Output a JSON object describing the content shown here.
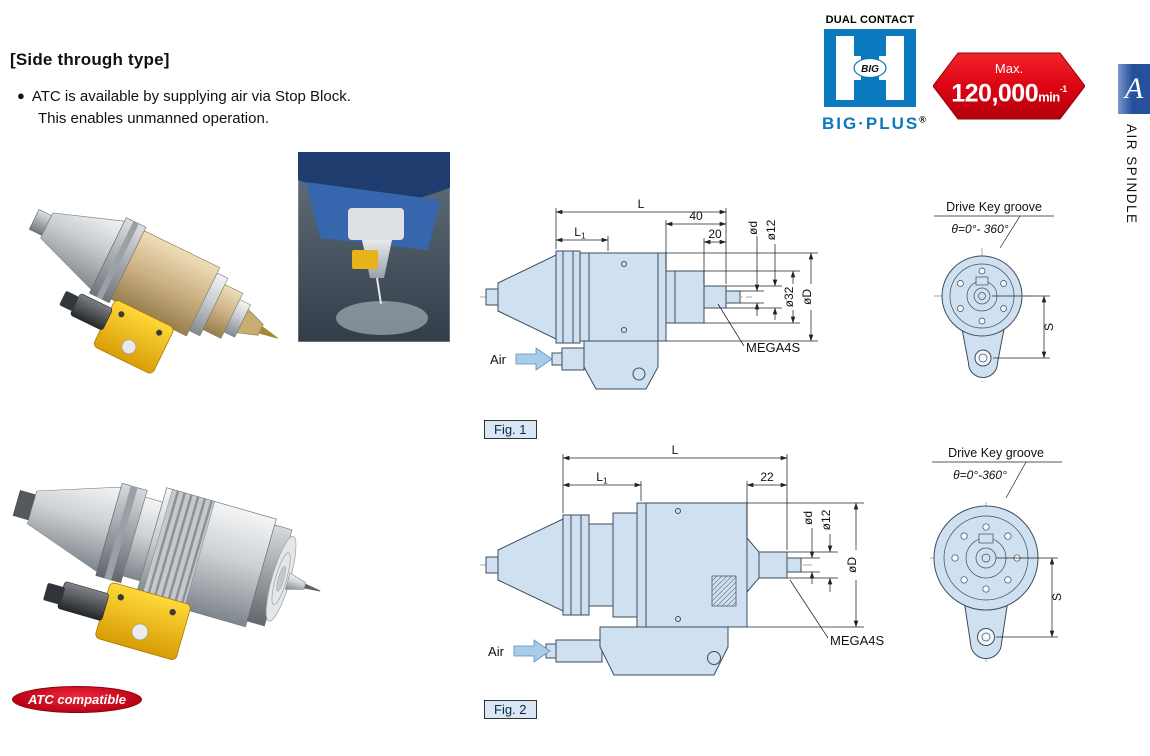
{
  "header": {
    "section_title": "[Side through type]",
    "bullet": "●",
    "feature_line1": "ATC is available by supplying air via Stop Block.",
    "feature_line2": "This enables unmanned operation."
  },
  "branding": {
    "dual_contact_label": "DUAL CONTACT",
    "logo_text": "BIG",
    "brand_name": "BIG·PLUS",
    "registered_mark": "®",
    "max_label": "Max.",
    "max_value": "120,000",
    "max_unit": "min",
    "max_exponent": "-1",
    "tab_letter": "A",
    "side_tab_label": "AIR SPINDLE",
    "brand_blue": "#0b79bd",
    "badge_red": "#dd0413"
  },
  "figures": {
    "fig1": {
      "label": "Fig. 1",
      "air_label": "Air",
      "mega_label": "MEGA4S",
      "dim_L": "L",
      "dim_L1_main": "L",
      "dim_L1_sub": "1",
      "dim_40": "40",
      "dim_20": "20",
      "dim_od": "ød",
      "dim_o12": "ø12",
      "dim_o32": "ø32",
      "dim_oD": "øD",
      "drive_key_title": "Drive Key groove",
      "drive_key_theta": "θ=0°- 360°",
      "dim_S": "S"
    },
    "fig2": {
      "label": "Fig. 2",
      "air_label": "Air",
      "mega_label": "MEGA4S",
      "dim_L": "L",
      "dim_L1_main": "L",
      "dim_L1_sub": "1",
      "dim_22": "22",
      "dim_od": "ød",
      "dim_o12": "ø12",
      "dim_oD": "øD",
      "drive_key_title": "Drive Key groove",
      "drive_key_theta": "θ=0°-360°",
      "dim_S": "S"
    }
  },
  "badges": {
    "atc_compatible": "ATC compatible"
  }
}
